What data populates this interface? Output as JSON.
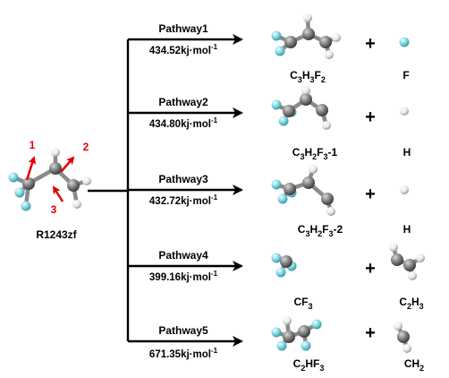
{
  "reactant": {
    "name": "R1243zf",
    "bond_numbers": [
      "1",
      "2",
      "3"
    ]
  },
  "energy_unit": "kj·mol",
  "energy_exp": "-1",
  "plus_sign": "+",
  "pathways": [
    {
      "label": "Pathway1",
      "energy": "434.52",
      "product1": {
        "label": "C3H3F2",
        "parts": [
          [
            "C",
            ""
          ],
          [
            "3",
            "sub"
          ],
          [
            "H",
            ""
          ],
          [
            "3",
            "sub"
          ],
          [
            "F",
            ""
          ],
          [
            "2",
            "sub"
          ]
        ]
      },
      "product2": {
        "label": "F",
        "parts": [
          [
            "F",
            ""
          ]
        ]
      }
    },
    {
      "label": "Pathway2",
      "energy": "434.80",
      "product1": {
        "label": "C3H2F3-1",
        "parts": [
          [
            "C",
            ""
          ],
          [
            "3",
            "sub"
          ],
          [
            "H",
            ""
          ],
          [
            "2",
            "sub"
          ],
          [
            "F",
            ""
          ],
          [
            "3",
            "sub"
          ],
          [
            "-1",
            ""
          ]
        ]
      },
      "product2": {
        "label": "H",
        "parts": [
          [
            "H",
            ""
          ]
        ]
      }
    },
    {
      "label": "Pathway3",
      "energy": "432.72",
      "product1": {
        "label": "C3H2F3-2",
        "parts": [
          [
            "C",
            ""
          ],
          [
            "3",
            "sub"
          ],
          [
            "H",
            ""
          ],
          [
            "2",
            "sub"
          ],
          [
            "F",
            ""
          ],
          [
            "3",
            "sub"
          ],
          [
            "-2",
            ""
          ]
        ]
      },
      "product2": {
        "label": "H",
        "parts": [
          [
            "H",
            ""
          ]
        ]
      }
    },
    {
      "label": "Pathway4",
      "energy": "399.16",
      "product1": {
        "label": "CF3",
        "parts": [
          [
            "CF",
            ""
          ],
          [
            "3",
            "sub"
          ]
        ]
      },
      "product2": {
        "label": "C2H3",
        "parts": [
          [
            "C",
            ""
          ],
          [
            "2",
            "sub"
          ],
          [
            "H",
            ""
          ],
          [
            "3",
            "sub"
          ]
        ]
      }
    },
    {
      "label": "Pathway5",
      "energy": "671.35",
      "product1": {
        "label": "C2HF3",
        "parts": [
          [
            "C",
            ""
          ],
          [
            "2",
            "sub"
          ],
          [
            "HF",
            ""
          ],
          [
            "3",
            "sub"
          ]
        ]
      },
      "product2": {
        "label": "CH2",
        "parts": [
          [
            "CH",
            ""
          ],
          [
            "2",
            "sub"
          ]
        ]
      }
    }
  ],
  "atom_colors": {
    "carbon": "#7f7f7f",
    "fluorine": "#7fd7e3",
    "hydrogen": "#e8e8e8",
    "arrow": "#e00000"
  }
}
